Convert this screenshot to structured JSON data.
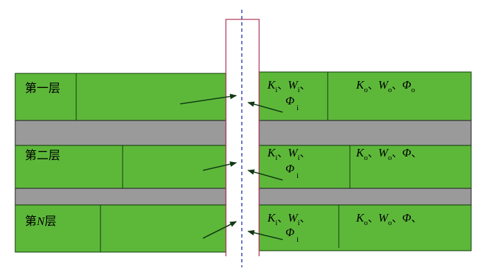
{
  "colors": {
    "layer_fill": "#5db83a",
    "layer_stroke": "#1f4d14",
    "shale_fill": "#9a9a9a",
    "shale_stroke": "#333333",
    "casing_stroke": "#b0395a",
    "axis_stroke": "#2b3aa8",
    "arrow_stroke": "#123a14"
  },
  "layers": [
    {
      "name": "第一层",
      "inner": {
        "K": "K",
        "K_sub": "i",
        "W": "W",
        "W_sub": "i",
        "Phi": "Φ",
        "Phi_sub": "i",
        "sep": "、"
      },
      "outer": {
        "K": "K",
        "K_sub": "o",
        "W": "W",
        "W_sub": "o",
        "Phi": "Φ",
        "Phi_sub": "o",
        "sep": "、"
      }
    },
    {
      "name": "第二层",
      "inner": {
        "K": "K",
        "K_sub": "i",
        "W": "W",
        "W_sub": "i",
        "Phi": "Φ",
        "Phi_sub": "i",
        "sep": "、"
      },
      "outer": {
        "K": "K",
        "K_sub": "o",
        "W": "W",
        "W_sub": "o",
        "Phi": "Φ",
        "Phi_sub": "",
        "sep": "、"
      }
    },
    {
      "name_prefix": "第",
      "name_var": "N",
      "name_suffix": "层",
      "inner": {
        "K": "K",
        "K_sub": "i",
        "W": "W",
        "W_sub": "i",
        "Phi": "Φ",
        "Phi_sub": "i",
        "sep": "、"
      },
      "outer": {
        "K": "K",
        "K_sub": "o",
        "W": "W",
        "W_sub": "o",
        "Phi": "Φ",
        "Phi_sub": "",
        "sep": "、"
      }
    }
  ]
}
